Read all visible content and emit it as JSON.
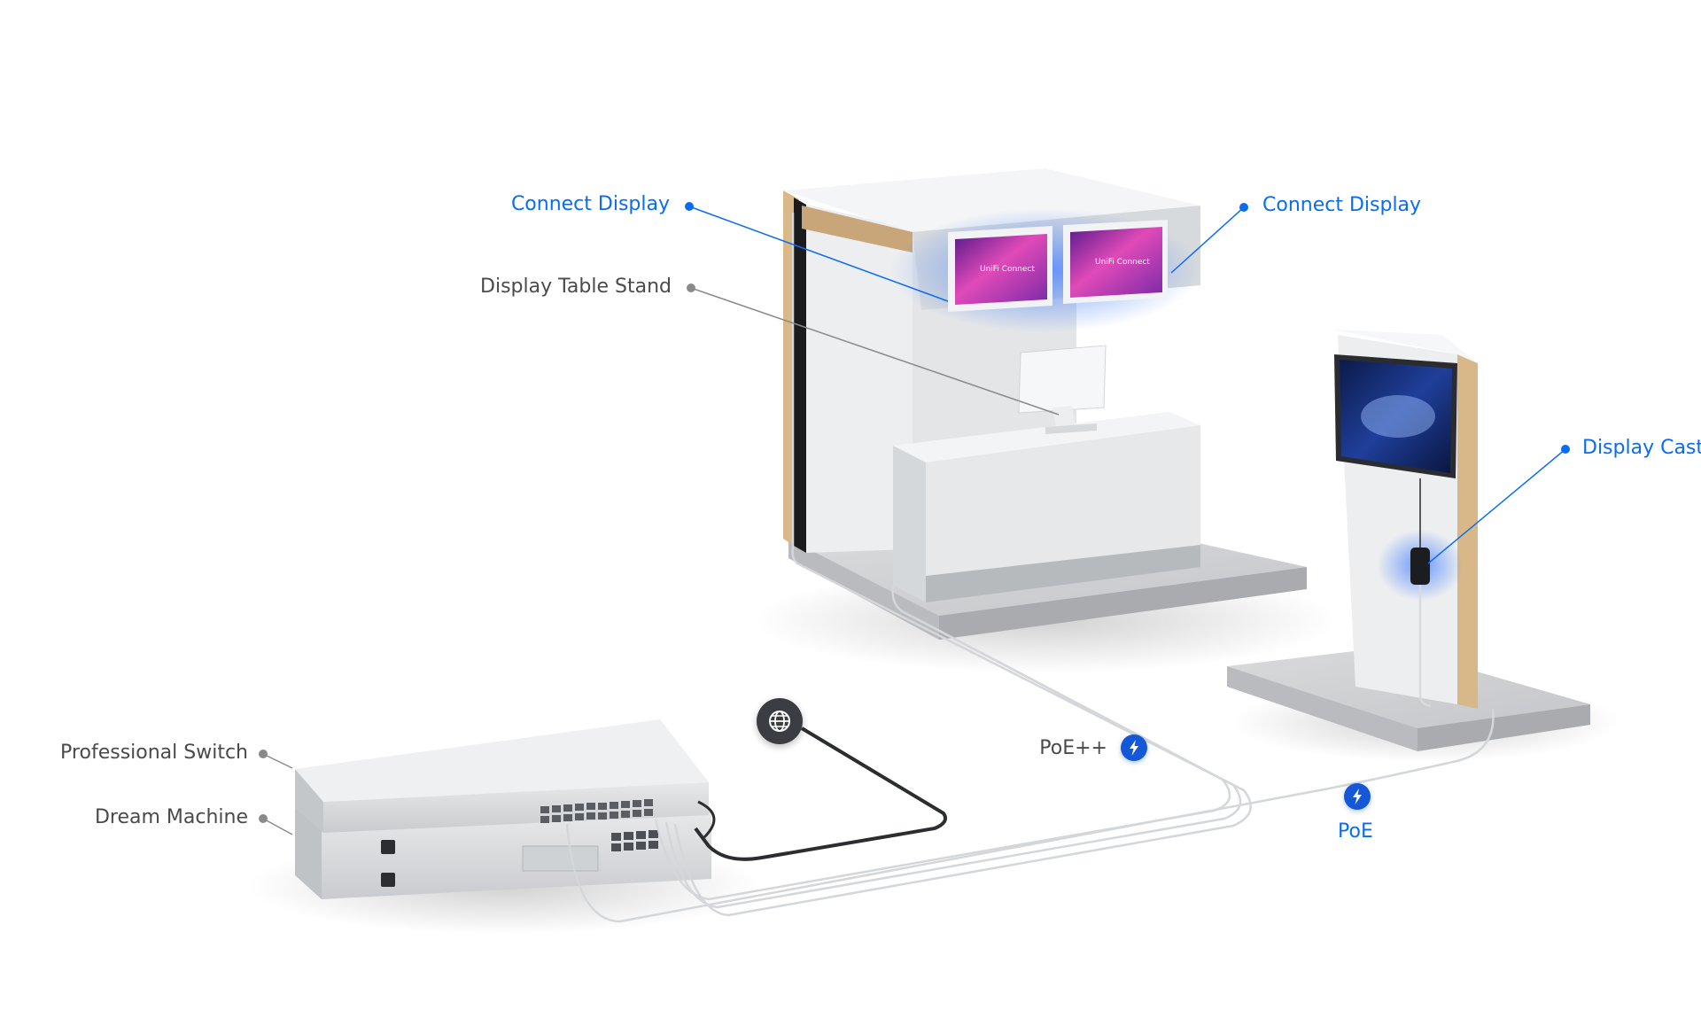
{
  "labels": {
    "connect_display_left": "Connect Display",
    "connect_display_right": "Connect Display",
    "display_table_stand": "Display Table Stand",
    "display_cast": "Display Cast",
    "professional_switch": "Professional Switch",
    "dream_machine": "Dream Machine",
    "poe_plus_plus": "PoE++",
    "poe": "PoE"
  },
  "screen_text": {
    "connect_logo": "UniFi Connect"
  },
  "icons": {
    "internet": "globe-icon",
    "power": "lightning-icon"
  },
  "colors": {
    "accent_blue": "#0a6cf0",
    "badge_blue": "#1458d8",
    "label_gray": "#4a4a4a",
    "leader_gray": "#8a8a8a"
  }
}
